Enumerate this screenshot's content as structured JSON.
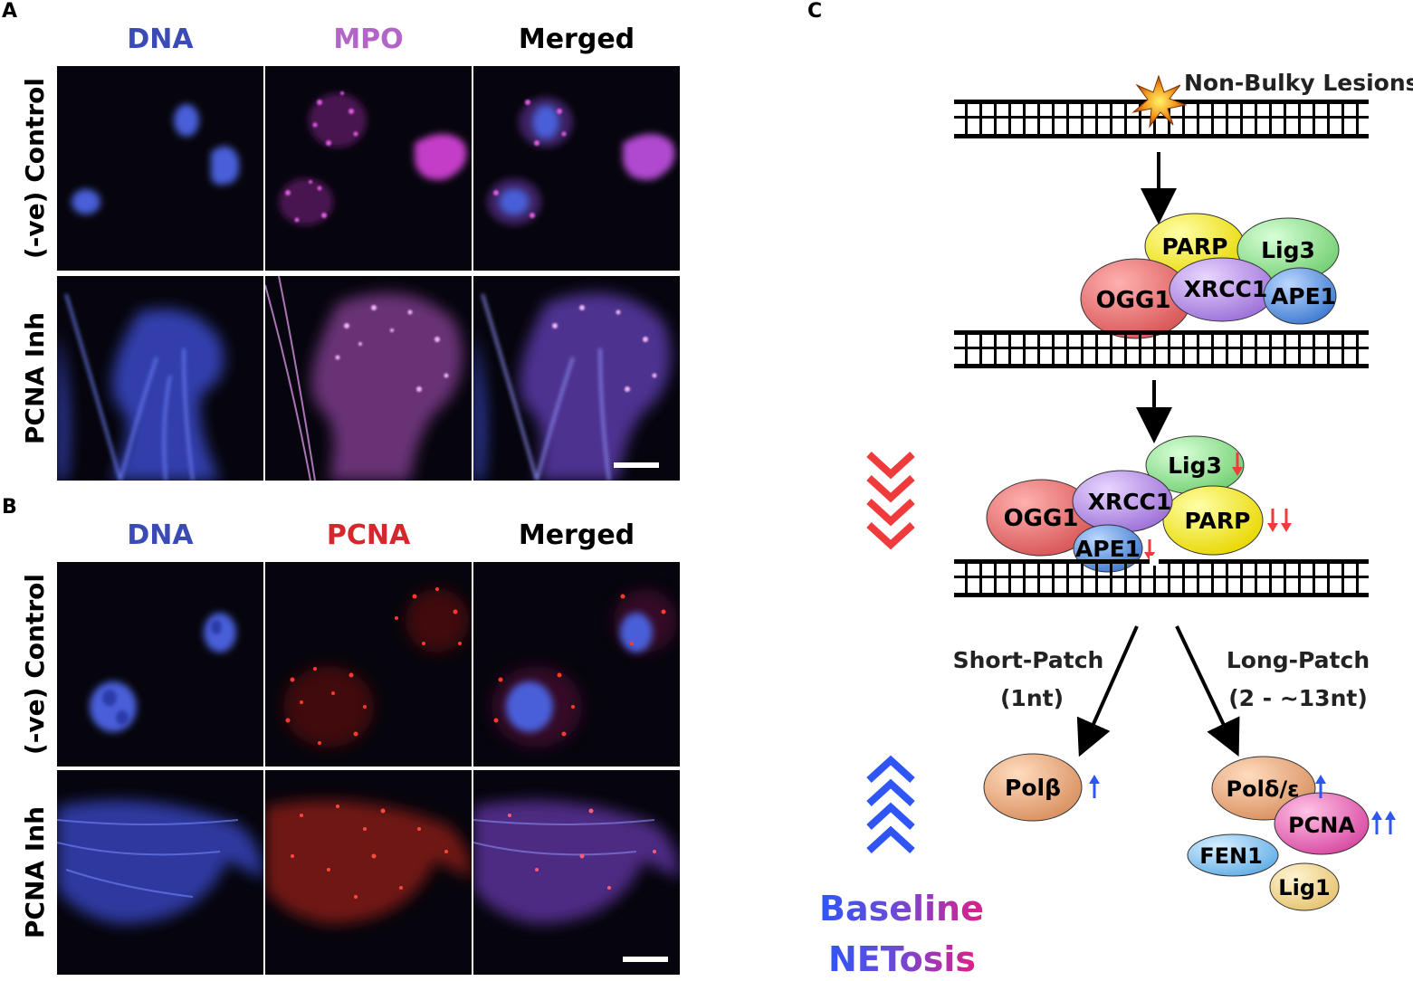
{
  "panel_labels": {
    "a": "A",
    "b": "B",
    "c": "C"
  },
  "panel_a": {
    "columns": [
      "DNA",
      "MPO",
      "Merged"
    ],
    "rows": [
      "(-ve) Control",
      "PCNA Inh"
    ]
  },
  "panel_b": {
    "columns": [
      "DNA",
      "PCNA",
      "Merged"
    ],
    "rows": [
      "(-ve) Control",
      "PCNA Inh"
    ]
  },
  "panel_c": {
    "lesion_label": "Non-Bulky Lesions",
    "complex1": [
      "PARP",
      "Lig3",
      "OGG1",
      "XRCC1",
      "APE1"
    ],
    "complex2": [
      "Lig3",
      "OGG1",
      "XRCC1",
      "PARP",
      "APE1"
    ],
    "short_patch": [
      "Short-Patch",
      "(1nt)"
    ],
    "long_patch": [
      "Long-Patch",
      "(2 - ~13nt)"
    ],
    "short_proteins": [
      "Polβ"
    ],
    "long_proteins": [
      "Polδ/ε",
      "PCNA",
      "FEN1",
      "Lig1"
    ],
    "legend": {
      "baseline": "Baseline",
      "netosis": "NETosis"
    }
  },
  "colors": {
    "dna_blue": "#3a4bb5",
    "mpo_magenta": "#b463c8",
    "pcna_red": "#d4282d",
    "down_red": "#ef3b3b",
    "up_blue": "#2f56f5",
    "ogg1": "#e06464",
    "parp": "#f5e92c",
    "lig3": "#8ee08e",
    "xrcc1": "#b58ae3",
    "ape1": "#5b93da",
    "pol": "#e6a777",
    "pcna": "#e86bb7",
    "fen1": "#82c0ec",
    "lig1": "#f2d58a"
  }
}
